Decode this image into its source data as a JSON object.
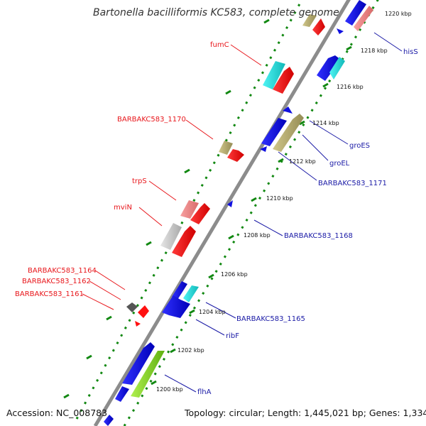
{
  "title": "Bartonella bacilliformis KC583, complete genome",
  "footer": {
    "accession": "Accession: NC_008783",
    "summary": "Topology: circular; Length: 1,445,021 bp; Genes: 1,334"
  },
  "ticks": [
    "1200 kbp",
    "1202 kbp",
    "1204 kbp",
    "1206 kbp",
    "1208 kbp",
    "1210 kbp",
    "1212 kbp",
    "1214 kbp",
    "1216 kbp",
    "1218 kbp",
    "1220 kbp"
  ],
  "labels_left": [
    "fumC",
    "BARBAKC583_1170",
    "trpS",
    "mviN",
    "BARBAKC583_1164",
    "BARBAKC583_1162",
    "BARBAKC583_1161"
  ],
  "labels_right": [
    "hisS",
    "groES",
    "groEL",
    "BARBAKC583_1171",
    "BARBAKC583_1168",
    "BARBAKC583_1165",
    "ribF",
    "flhA"
  ],
  "colors": {
    "backbone": "#8c8c8c",
    "blue": "#1010e0",
    "red": "#ff1010",
    "cyan": "#20e0e0",
    "pink": "#f08a8a",
    "tan": "#b8ae70",
    "gray_gene": "#d0d0d0",
    "dark_gene": "#555555",
    "lime": "#90e030",
    "dots": "#118811",
    "label_red": "#e8161b",
    "label_blue": "#1a1aa6"
  }
}
